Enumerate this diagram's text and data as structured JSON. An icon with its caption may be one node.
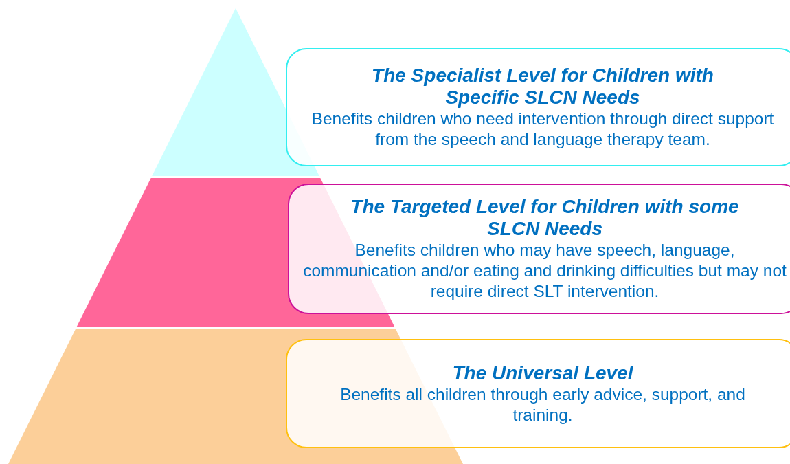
{
  "diagram": {
    "nodes": [
      {
        "text": [
          "The Specialist Level for Children with Specific SLCN Needs",
          "Benefits children who need intervention through direct support from the speech and language therapy team."
        ]
      },
      {
        "text": [
          "The Targeted Level for Children with some SLCN Needs",
          "Benefits children who may have speech, language, communication and/or eating and drinking difficulties but may not require direct SLT intervention."
        ]
      },
      {
        "text": [
          "The Universal Level",
          "Benefits all children through early advice, support, and training."
        ]
      }
    ]
  }
}
